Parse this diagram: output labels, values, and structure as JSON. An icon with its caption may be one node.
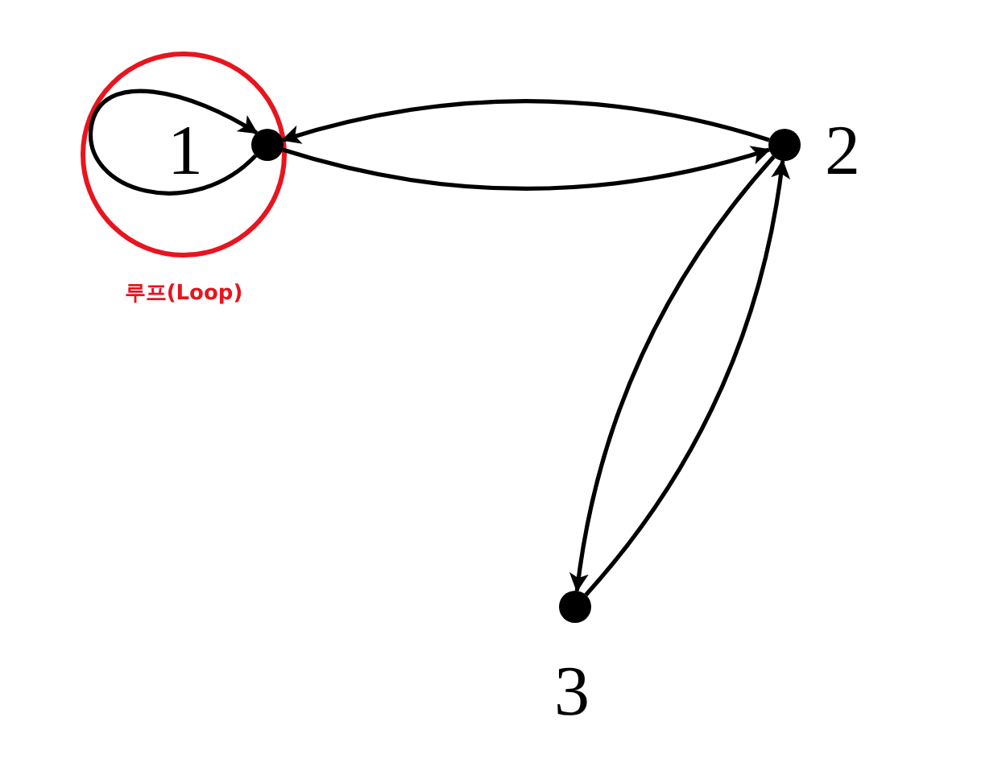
{
  "diagram": {
    "nodes": [
      {
        "text": [
          "루프(Loop)"
        ]
      },
      {
        "text": [],
        "shape": "circle",
        "in": 0,
        "beside": [
          "1"
        ]
      },
      {
        "text": [],
        "shape": "circle",
        "beside": [
          "2"
        ]
      },
      {
        "text": [],
        "shape": "circle",
        "beside": [
          "3"
        ]
      }
    ],
    "edges": [
      {
        "from": 1,
        "to": 1,
        "arrow": "to"
      },
      {
        "from": 1,
        "to": 2,
        "arrow": "to"
      },
      {
        "from": 2,
        "to": 1,
        "arrow": "to"
      },
      {
        "from": 2,
        "to": 3,
        "arrow": "to"
      },
      {
        "from": 3,
        "to": 2,
        "arrow": "to"
      }
    ]
  }
}
